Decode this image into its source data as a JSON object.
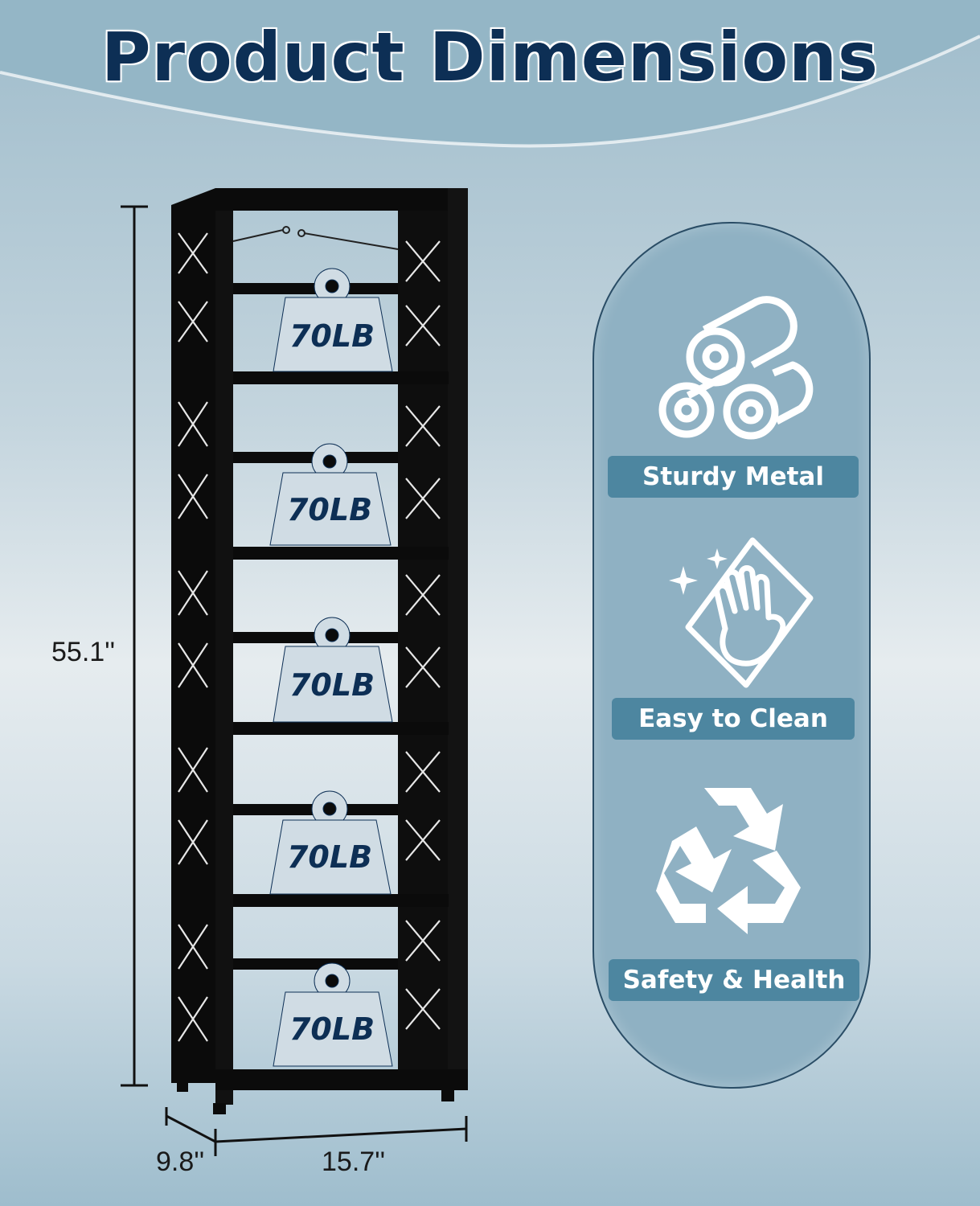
{
  "title": "Product Dimensions",
  "dimensions": {
    "height": "55.1''",
    "depth": "9.8''",
    "width": "15.7''"
  },
  "shelf_load_labels": [
    "70LB",
    "70LB",
    "70LB",
    "70LB",
    "70LB"
  ],
  "features": [
    {
      "label": "Sturdy Metal",
      "icon": "metal-rolls-icon"
    },
    {
      "label": "Easy to Clean",
      "icon": "wiping-hand-icon"
    },
    {
      "label": "Safety & Health",
      "icon": "recycle-icon"
    }
  ],
  "colors": {
    "title": "#0d2f55",
    "panel": "#8fb1c3",
    "label_bg": "#4d86a0",
    "frame": "#0b0b0b"
  }
}
